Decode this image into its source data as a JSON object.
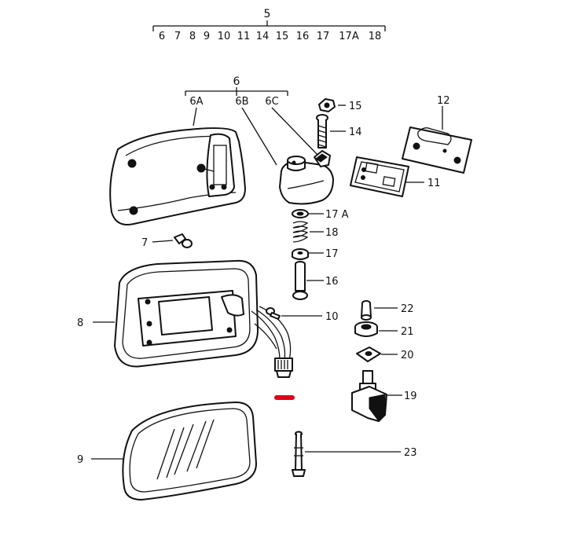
{
  "labels": {
    "group_5": "5",
    "group_5_children": [
      "6",
      "7",
      "8",
      "9",
      "10",
      "11",
      "14",
      "15",
      "16",
      "17",
      "17A",
      "18"
    ],
    "group_6": "6",
    "group_6_children": [
      "6A",
      "6B",
      "6C"
    ],
    "part_7": "7",
    "part_8": "8",
    "part_9": "9",
    "part_10": "10",
    "part_11": "11",
    "part_12": "12",
    "part_14": "14",
    "part_15": "15",
    "part_16": "16",
    "part_17": "17",
    "part_17A": "17 A",
    "part_18": "18",
    "part_19": "19",
    "part_20": "20",
    "part_21": "21",
    "part_22": "22",
    "part_23": "23"
  },
  "colors": {
    "ink": "#111111",
    "highlight": "#e0001a",
    "background": "#ffffff"
  }
}
